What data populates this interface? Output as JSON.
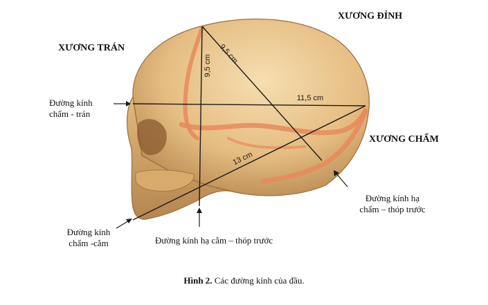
{
  "bones": {
    "parietal": "XƯƠNG ĐỈNH",
    "frontal": "XƯƠNG TRÁN",
    "occipital": "XƯƠNG CHẨM"
  },
  "diameters": {
    "occipitofrontal_line1": "Đường kính",
    "occipitofrontal_line2": "chẩm - trán",
    "suboccipitobregmatic_line1": "Đường kính hạ",
    "suboccipitobregmatic_line2": "chẩm – thóp trước",
    "occipitomental_line1": "Đường kính",
    "occipitomental_line2": "chẩm -cằm",
    "submentobregmatic": "Đường kính hạ cằm – thóp trước"
  },
  "measurements": {
    "vertical": "9,5 cm",
    "diagonal": "9,5 cm",
    "horizontal": "11,5 cm",
    "long": "13 cm"
  },
  "caption": {
    "label": "Hình 2.",
    "text": " Các đường kính của đầu."
  },
  "colors": {
    "bone": "#e9c48a",
    "bone_shadow": "#b98a52",
    "suture": "#e88a5c",
    "line": "#1a1a1a"
  }
}
